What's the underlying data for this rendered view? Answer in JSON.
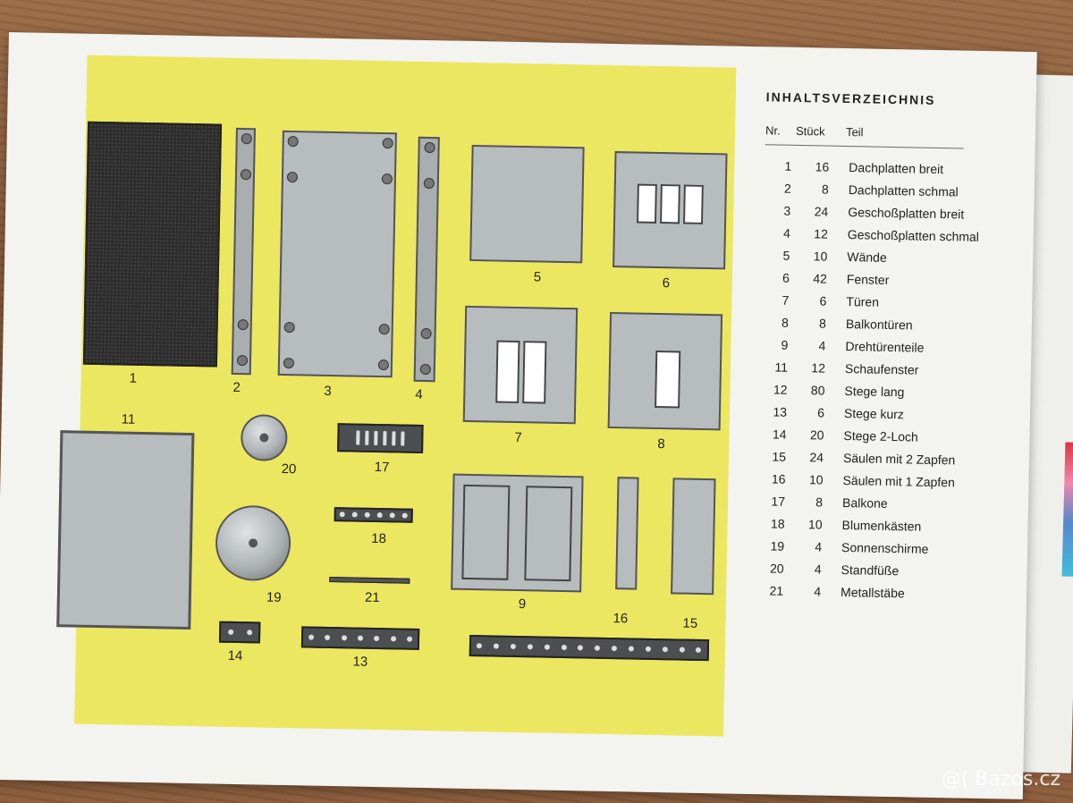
{
  "toc": {
    "title": "INHALTSVERZEICHNIS",
    "headers": {
      "nr": "Nr.",
      "stueck": "Stück",
      "teil": "Teil"
    },
    "rows": [
      {
        "nr": "1",
        "stueck": "16",
        "teil": "Dachplatten breit"
      },
      {
        "nr": "2",
        "stueck": "8",
        "teil": "Dachplatten schmal"
      },
      {
        "nr": "3",
        "stueck": "24",
        "teil": "Geschoßplatten breit"
      },
      {
        "nr": "4",
        "stueck": "12",
        "teil": "Geschoßplatten schmal"
      },
      {
        "nr": "5",
        "stueck": "10",
        "teil": "Wände"
      },
      {
        "nr": "6",
        "stueck": "42",
        "teil": "Fenster"
      },
      {
        "nr": "7",
        "stueck": "6",
        "teil": "Türen"
      },
      {
        "nr": "8",
        "stueck": "8",
        "teil": "Balkontüren"
      },
      {
        "nr": "9",
        "stueck": "4",
        "teil": "Drehtürenteile"
      },
      {
        "nr": "11",
        "stueck": "12",
        "teil": "Schaufenster"
      },
      {
        "nr": "12",
        "stueck": "80",
        "teil": "Stege lang"
      },
      {
        "nr": "13",
        "stueck": "6",
        "teil": "Stege kurz"
      },
      {
        "nr": "14",
        "stueck": "20",
        "teil": "Stege 2-Loch"
      },
      {
        "nr": "15",
        "stueck": "24",
        "teil": "Säulen mit 2 Zapfen"
      },
      {
        "nr": "16",
        "stueck": "10",
        "teil": "Säulen mit 1 Zapfen"
      },
      {
        "nr": "17",
        "stueck": "8",
        "teil": "Balkone"
      },
      {
        "nr": "18",
        "stueck": "10",
        "teil": "Blumenkästen"
      },
      {
        "nr": "19",
        "stueck": "4",
        "teil": "Sonnenschirme"
      },
      {
        "nr": "20",
        "stueck": "4",
        "teil": "Standfüße"
      },
      {
        "nr": "21",
        "stueck": "4",
        "teil": "Metallstäbe"
      }
    ]
  },
  "parts": {
    "p1": "1",
    "p2": "2",
    "p3": "3",
    "p4": "4",
    "p5": "5",
    "p6": "6",
    "p7": "7",
    "p8": "8",
    "p9": "9",
    "p11": "11",
    "p13": "13",
    "p14": "14",
    "p15": "15",
    "p16": "16",
    "p17": "17",
    "p18": "18",
    "p19": "19",
    "p20": "20",
    "p21": "21"
  },
  "colors": {
    "panel": "#ece760",
    "paper": "#f3f3f0"
  },
  "watermark": "@( Bazos.cz"
}
